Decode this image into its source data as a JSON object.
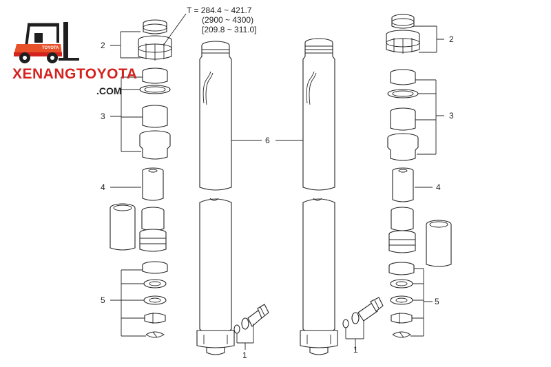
{
  "logo": {
    "brand_name": "XENANGTOYOTA",
    "brand_domain": ".COM",
    "forklift_badge": "TOYOTA",
    "colors": {
      "brand_red": "#d4221f",
      "forklift_orange": "#e8512a",
      "text_dark": "#1f1f1f"
    }
  },
  "torque_spec": {
    "line1": "T = 284.4 ~ 421.7",
    "line2": "(2900 ~ 4300)",
    "line3": "[209.8 ~ 311.0]"
  },
  "callouts": {
    "left": {
      "c2": "2",
      "c3": "3",
      "c4": "4",
      "c5": "5"
    },
    "center": {
      "c6": "6",
      "c1a": "1",
      "c1b": "1"
    },
    "right": {
      "c2": "2",
      "c3": "3",
      "c4": "4",
      "c5": "5"
    }
  }
}
